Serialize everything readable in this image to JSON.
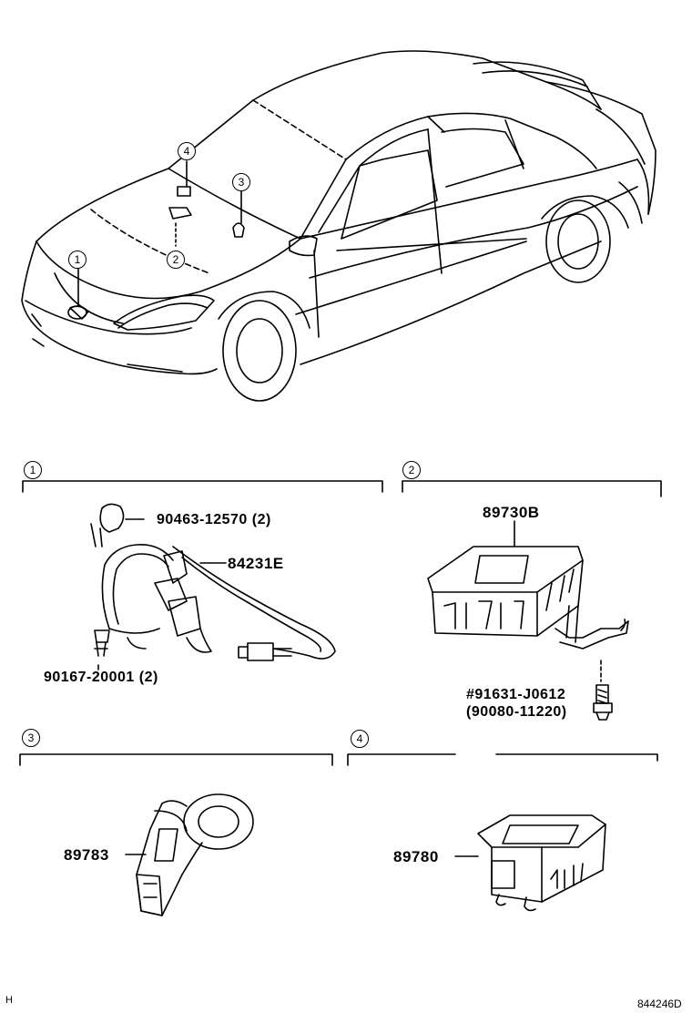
{
  "callouts": {
    "car": [
      "1",
      "2",
      "3",
      "4"
    ],
    "sections": [
      "1",
      "2",
      "3",
      "4"
    ]
  },
  "parts": {
    "s1_clip": "90463-12570 (2)",
    "s1_harness": "84231E",
    "s1_bolt": "90167-20001 (2)",
    "s2_computer": "89730B",
    "s2_bolt1": "#91631-J0612",
    "s2_bolt2": "(90080-11220)",
    "s3_amplifier": "89783",
    "s4_unit": "89780"
  },
  "footer": {
    "corner_mark": "H",
    "diagram_id": "844246D"
  }
}
